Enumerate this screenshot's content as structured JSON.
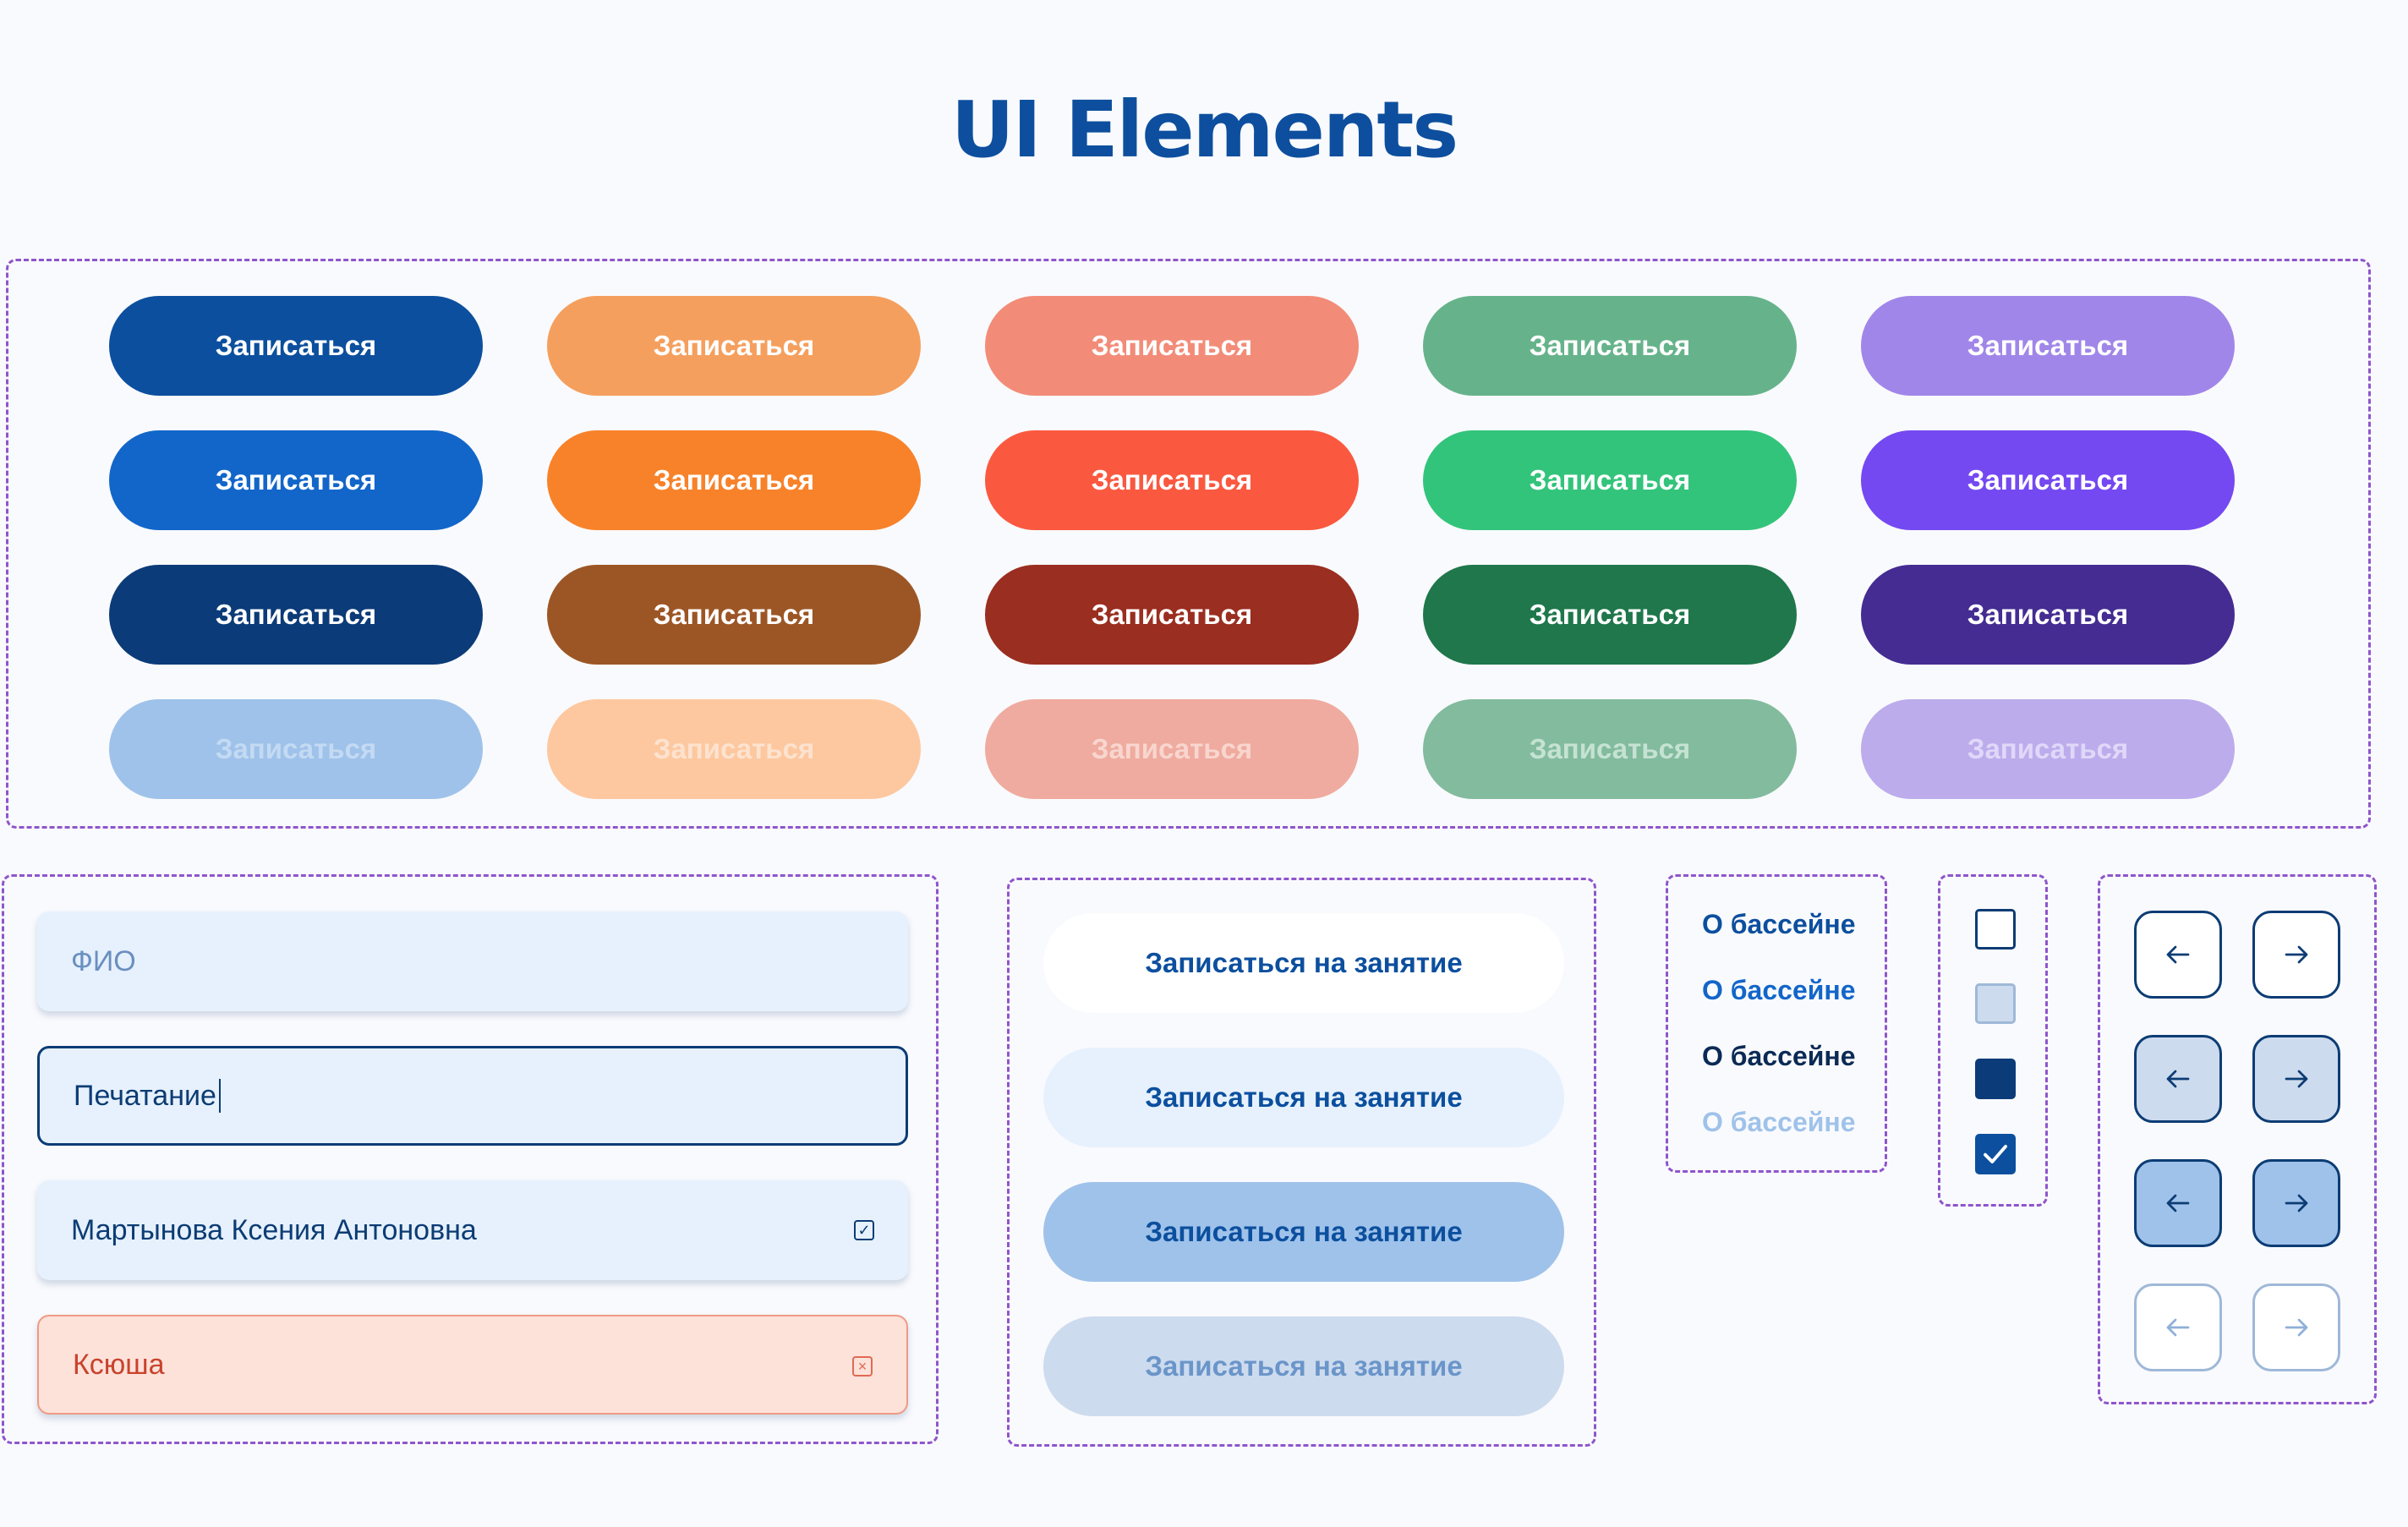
{
  "page_title": "UI Elements",
  "button_palette": {
    "label": "Записаться",
    "columns": [
      {
        "name": "blue",
        "shades": [
          "#0c4f9e",
          "#1266c9",
          "#0b3b78",
          "#9fc2ea"
        ]
      },
      {
        "name": "orange",
        "shades": [
          "#f59f5e",
          "#f8822a",
          "#9c5625",
          "#fdc8a0"
        ]
      },
      {
        "name": "red",
        "shades": [
          "#f28c78",
          "#fa5940",
          "#9a2e20",
          "#efab9f"
        ]
      },
      {
        "name": "green",
        "shades": [
          "#66b38b",
          "#33c47b",
          "#1f774b",
          "#82bb9d"
        ]
      },
      {
        "name": "purple",
        "shades": [
          "#a086e9",
          "#7449f1",
          "#442c92",
          "#bcacec"
        ]
      }
    ]
  },
  "inputs": {
    "placeholder_field": {
      "placeholder": "ФИО"
    },
    "typing_field": {
      "value": "Печатание"
    },
    "valid_field": {
      "value": "Мартынова Ксения Антоновна"
    },
    "error_field": {
      "value": "Ксюша"
    }
  },
  "wide_buttons": {
    "label": "Записаться на занятие",
    "states": [
      "default",
      "hover",
      "active",
      "disabled"
    ]
  },
  "links": {
    "label": "О бассейне",
    "states": [
      "default",
      "hover",
      "active",
      "disabled"
    ]
  },
  "checkboxes": [
    {
      "state": "empty",
      "checked": false
    },
    {
      "state": "hover",
      "checked": false
    },
    {
      "state": "filled",
      "checked": false
    },
    {
      "state": "checked",
      "checked": true
    }
  ],
  "arrow_buttons": {
    "states": [
      "outline",
      "light",
      "medium",
      "disabled"
    ],
    "icons": [
      "arrow-left-icon",
      "arrow-right-icon"
    ]
  }
}
